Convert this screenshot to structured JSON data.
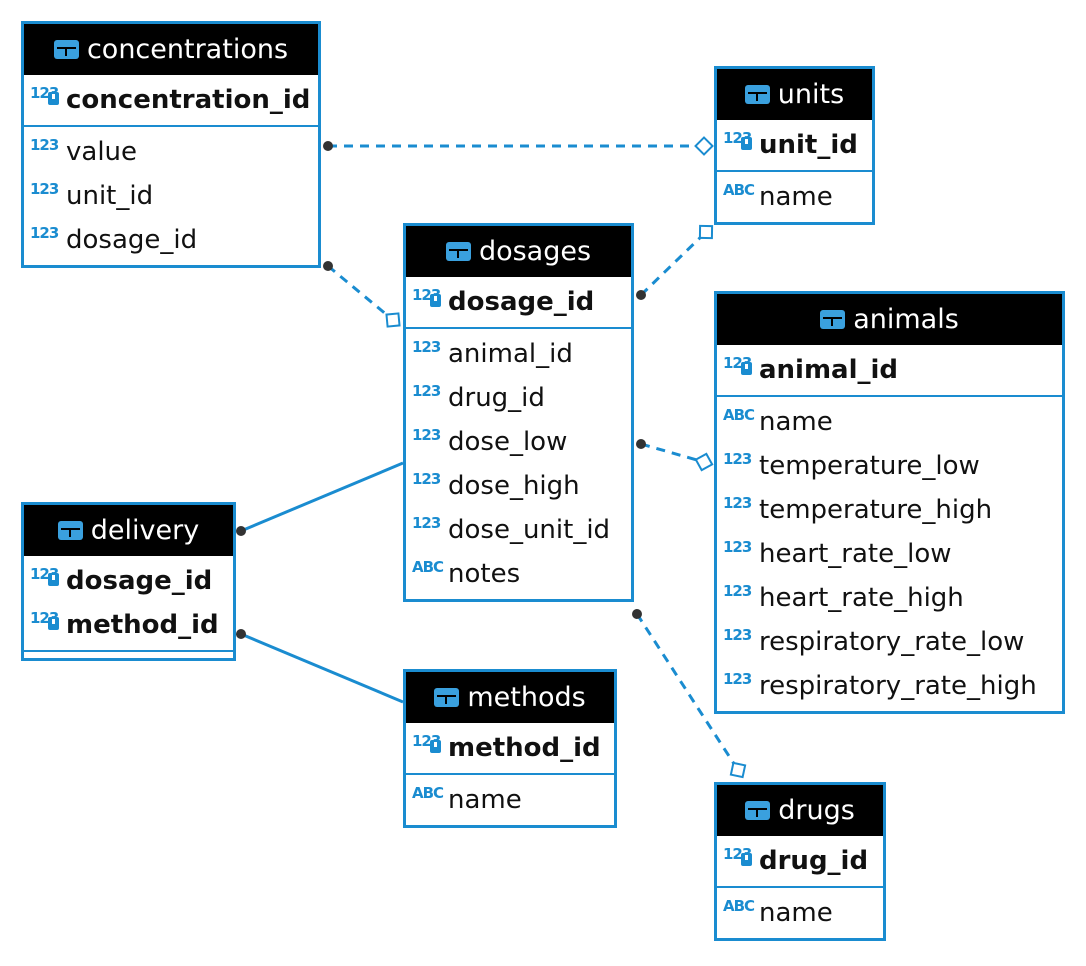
{
  "colors": {
    "accent": "#1a8cd0",
    "header_bg": "#000000",
    "header_text": "#ffffff"
  },
  "type_badges": {
    "number": "123",
    "text": "ABC"
  },
  "entities": {
    "concentrations": {
      "title": "concentrations",
      "keys": [
        {
          "name": "concentration_id",
          "type": "123"
        }
      ],
      "columns": [
        {
          "name": "value",
          "type": "123"
        },
        {
          "name": "unit_id",
          "type": "123"
        },
        {
          "name": "dosage_id",
          "type": "123"
        }
      ]
    },
    "units": {
      "title": "units",
      "keys": [
        {
          "name": "unit_id",
          "type": "123"
        }
      ],
      "columns": [
        {
          "name": "name",
          "type": "ABC"
        }
      ]
    },
    "dosages": {
      "title": "dosages",
      "keys": [
        {
          "name": "dosage_id",
          "type": "123"
        }
      ],
      "columns": [
        {
          "name": "animal_id",
          "type": "123"
        },
        {
          "name": "drug_id",
          "type": "123"
        },
        {
          "name": "dose_low",
          "type": "123"
        },
        {
          "name": "dose_high",
          "type": "123"
        },
        {
          "name": "dose_unit_id",
          "type": "123"
        },
        {
          "name": "notes",
          "type": "ABC"
        }
      ]
    },
    "animals": {
      "title": "animals",
      "keys": [
        {
          "name": "animal_id",
          "type": "123"
        }
      ],
      "columns": [
        {
          "name": "name",
          "type": "ABC"
        },
        {
          "name": "temperature_low",
          "type": "123"
        },
        {
          "name": "temperature_high",
          "type": "123"
        },
        {
          "name": "heart_rate_low",
          "type": "123"
        },
        {
          "name": "heart_rate_high",
          "type": "123"
        },
        {
          "name": "respiratory_rate_low",
          "type": "123"
        },
        {
          "name": "respiratory_rate_high",
          "type": "123"
        }
      ]
    },
    "delivery": {
      "title": "delivery",
      "keys": [
        {
          "name": "dosage_id",
          "type": "123"
        },
        {
          "name": "method_id",
          "type": "123"
        }
      ],
      "columns": []
    },
    "methods": {
      "title": "methods",
      "keys": [
        {
          "name": "method_id",
          "type": "123"
        }
      ],
      "columns": [
        {
          "name": "name",
          "type": "ABC"
        }
      ]
    },
    "drugs": {
      "title": "drugs",
      "keys": [
        {
          "name": "drug_id",
          "type": "123"
        }
      ],
      "columns": [
        {
          "name": "name",
          "type": "ABC"
        }
      ]
    }
  },
  "relationships": [
    {
      "from": "concentrations",
      "to": "units",
      "style": "dashed"
    },
    {
      "from": "concentrations",
      "to": "dosages",
      "style": "dashed"
    },
    {
      "from": "dosages",
      "to": "units",
      "style": "dashed"
    },
    {
      "from": "dosages",
      "to": "animals",
      "style": "dashed"
    },
    {
      "from": "dosages",
      "to": "drugs",
      "style": "dashed"
    },
    {
      "from": "delivery",
      "to": "dosages",
      "style": "solid"
    },
    {
      "from": "delivery",
      "to": "methods",
      "style": "solid"
    }
  ]
}
